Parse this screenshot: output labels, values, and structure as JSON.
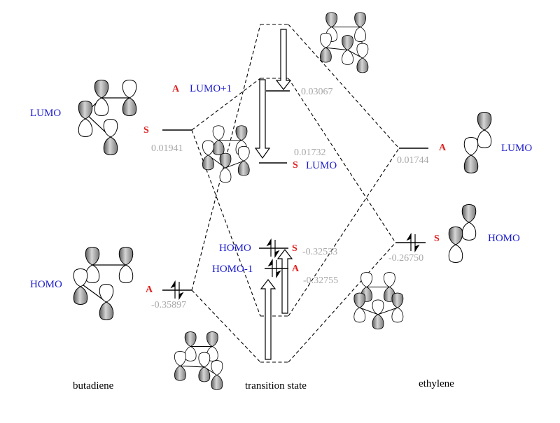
{
  "colors": {
    "orbital_label": "#1a1acc",
    "symmetry": "#e02020",
    "energy": "#a8a8a8",
    "caption": "#000000"
  },
  "butadiene": {
    "caption": "butadiene",
    "lumo": {
      "label": "LUMO",
      "symmetry": "S",
      "energy": "0.01941"
    },
    "homo": {
      "label": "HOMO",
      "symmetry": "A",
      "energy": "-0.35897"
    }
  },
  "transition_state": {
    "caption": "transition state",
    "lumo_plus1": {
      "label": "LUMO+1",
      "symmetry": "A",
      "energy": "0.03067"
    },
    "lumo": {
      "label": "LUMO",
      "symmetry": "S",
      "energy": "0.01732"
    },
    "homo": {
      "label": "HOMO",
      "symmetry": "S",
      "energy": "-0.32533"
    },
    "homo_minus1": {
      "label": "HOMO-1",
      "symmetry": "A",
      "energy": "-0.32755"
    }
  },
  "ethylene": {
    "caption": "ethylene",
    "lumo": {
      "label": "LUMO",
      "symmetry": "A",
      "energy": "0.01744"
    },
    "homo": {
      "label": "HOMO",
      "symmetry": "S",
      "energy": "-0.26750"
    }
  }
}
